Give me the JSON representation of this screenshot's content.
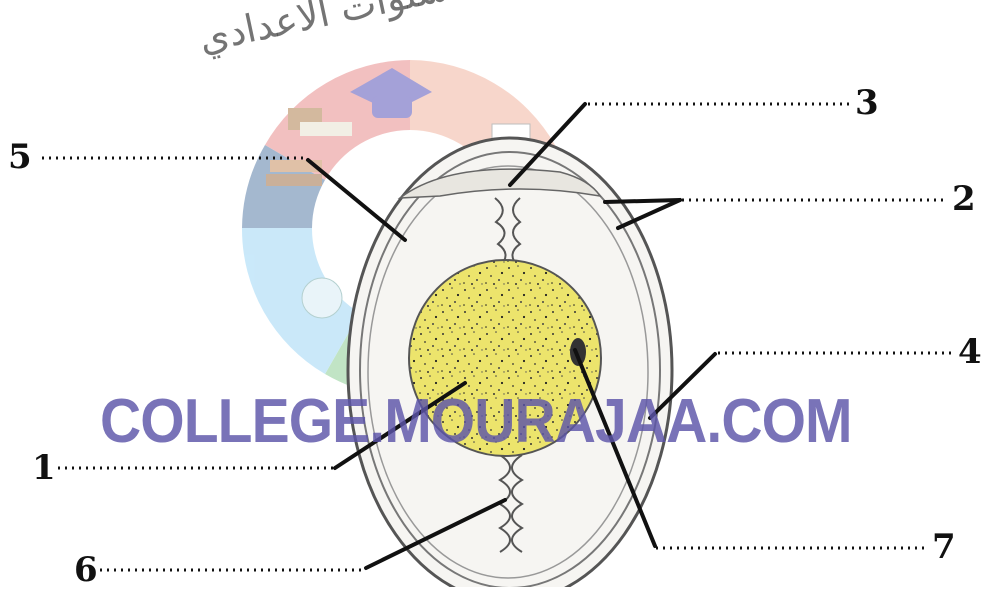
{
  "watermark": {
    "url_text": "COLLEGE.MOURAJAA.COM",
    "arabic_text": "موقع مراجعة سنوات الاعدادي",
    "ring_colors": [
      "#e98e8e",
      "#f2b6a2",
      "#f5e389",
      "#9fd7f5",
      "#8fcf97",
      "#5a7fa8"
    ]
  },
  "labels": {
    "l1": "1",
    "l2": "2",
    "l3": "3",
    "l4": "4",
    "l5": "5",
    "l6": "6",
    "l7": "7"
  },
  "colors": {
    "yolk": "#ece46c",
    "shell_line": "#555555",
    "leader": "#111111",
    "watermark_blue": "#5c54a8"
  }
}
